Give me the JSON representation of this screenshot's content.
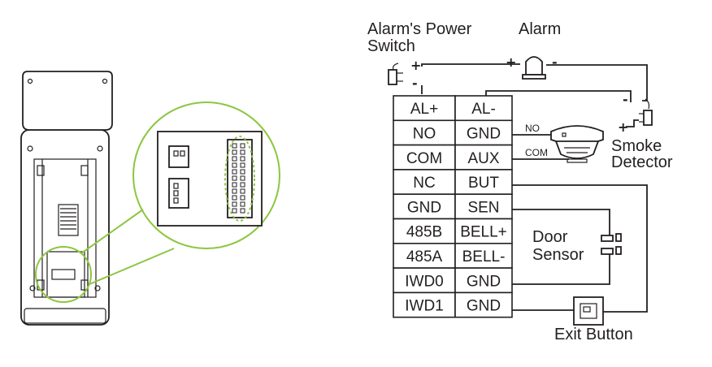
{
  "labels": {
    "alarm_power_switch_line1": "Alarm's Power",
    "alarm_power_switch_line2": "Switch",
    "alarm": "Alarm",
    "smoke_detector_line1": "Smoke",
    "smoke_detector_line2": "Detector",
    "door_sensor_line1": "Door",
    "door_sensor_line2": "Sensor",
    "exit_button": "Exit Button",
    "no": "NO",
    "com": "COM",
    "plus": "+",
    "minus": "-"
  },
  "terminals": [
    {
      "left": "AL+",
      "right": "AL-"
    },
    {
      "left": "NO",
      "right": "GND"
    },
    {
      "left": "COM",
      "right": "AUX"
    },
    {
      "left": "NC",
      "right": "BUT"
    },
    {
      "left": "GND",
      "right": "SEN"
    },
    {
      "left": "485B",
      "right": "BELL+"
    },
    {
      "left": "485A",
      "right": "BELL-"
    },
    {
      "left": "IWD0",
      "right": "GND"
    },
    {
      "left": "IWD1",
      "right": "GND"
    }
  ],
  "colors": {
    "line": "#231f20",
    "highlight": "#8cc63f",
    "device_gray": "#cccccc"
  }
}
